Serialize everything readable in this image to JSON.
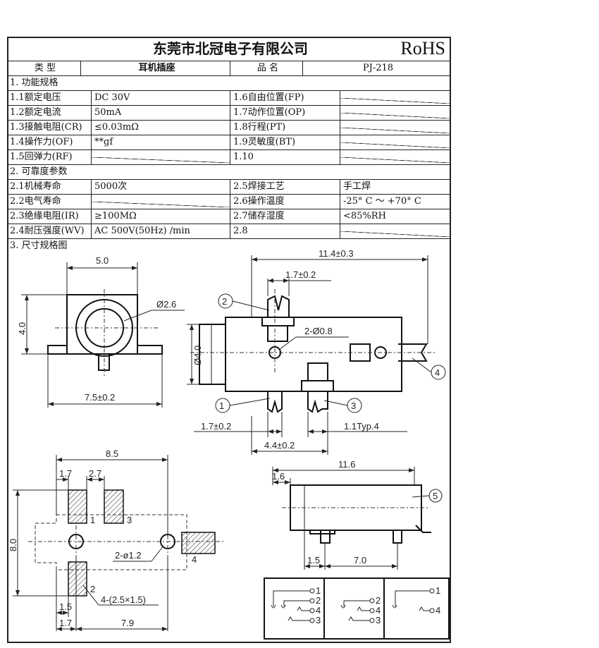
{
  "header": {
    "company": "东莞市北冠电子有限公司",
    "rohs": "RoHS",
    "type_label": "类  型",
    "type_value": "耳机插座",
    "name_label": "品  名",
    "name_value": "PJ-218"
  },
  "section1": {
    "title": "1. 功能规格",
    "rows": [
      {
        "l1": "1.1额定电压",
        "v1": "DC 30V",
        "l2": "1.6自由位置(FP)",
        "v2": ""
      },
      {
        "l1": "1.2额定电流",
        "v1": "50mA",
        "l2": "1.7动作位置(OP)",
        "v2": ""
      },
      {
        "l1": "1.3接触电阻(CR)",
        "v1": "≤0.03mΩ",
        "l2": "1.8行程(PT)",
        "v2": ""
      },
      {
        "l1": "1.4操作力(OF)",
        "v1": "**gf",
        "l2": "1.9灵敏度(BT)",
        "v2": ""
      },
      {
        "l1": "1.5回弹力(RF)",
        "v1": "",
        "l2": "1.10",
        "v2": ""
      }
    ]
  },
  "section2": {
    "title": "2. 可靠度参数",
    "rows": [
      {
        "l1": "2.1机械寿命",
        "v1": "5000次",
        "l2": "2.5焊接工艺",
        "v2": "手工焊"
      },
      {
        "l1": "2.2电气寿命",
        "v1": "",
        "l2": "2.6操作温度",
        "v2": "-25° C ～ +70° C"
      },
      {
        "l1": "2.3绝缘电阻(IR)",
        "v1": "≥100MΩ",
        "l2": "2.7储存湿度",
        "v2": "<85%RH"
      },
      {
        "l1": "2.4耐压强度(WV)",
        "v1": "AC 500V(50Hz) /min",
        "l2": "2.8",
        "v2": ""
      }
    ]
  },
  "section3": {
    "title": "3. 尺寸规格图"
  },
  "front_view": {
    "width": "5.0",
    "hole": "Ø2.6",
    "height": "4.0",
    "base": "7.5±0.2"
  },
  "side_view": {
    "length": "11.4±0.3",
    "pin_top": "1.7±0.2",
    "holes": "2-Ø0.8",
    "dia": "Ø4.0",
    "pin_bottom": "1.7±0.2",
    "spacing": "4.4±0.2",
    "typ": "1.1Typ.4",
    "callouts": [
      "1",
      "2",
      "3",
      "4"
    ]
  },
  "footprint": {
    "width": "8.5",
    "d1": "1.7",
    "d2": "2.7",
    "height": "8.0",
    "holes": "2-ø1.2",
    "d3": "1.5",
    "pads": "4-(2.5×1.5)",
    "d4": "1.7",
    "d5": "7.9",
    "pad_labels": [
      "1",
      "3",
      "2",
      "4"
    ]
  },
  "top_view": {
    "length": "11.6",
    "d1": "1.6",
    "callout": "5",
    "d2": "1.5",
    "d3": "7.0"
  },
  "schematic": {
    "a": [
      "1",
      "2",
      "4",
      "3"
    ],
    "b": [
      "2",
      "4",
      "3"
    ],
    "c": [
      "1",
      "4"
    ]
  }
}
